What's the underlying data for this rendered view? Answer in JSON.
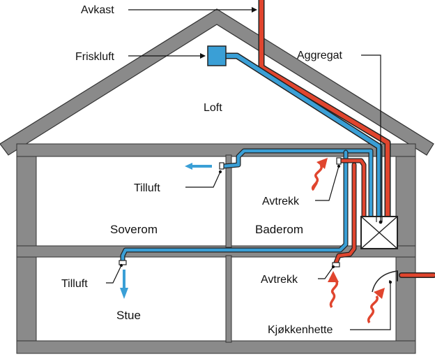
{
  "labels": {
    "avkast": "Avkast",
    "friskluft": "Friskluft",
    "aggregat": "Aggregat",
    "loft": "Loft",
    "tilluft_top": "Tilluft",
    "avtrekk_top": "Avtrekk",
    "soverom": "Soverom",
    "baderom": "Baderom",
    "tilluft_bottom": "Tilluft",
    "avtrekk_bottom": "Avtrekk",
    "stue": "Stue",
    "kjokkenhette": "Kjøkkenhette"
  },
  "colors": {
    "wall": "#8a8a8a",
    "wall_edge": "#333333",
    "supply_duct": "#3a9fd6",
    "exhaust_duct": "#e0452e",
    "duct_outline": "#222222",
    "leader_line": "#111111",
    "background": "#ffffff"
  },
  "icons": {
    "supply_arrow": "blue-supply-arrow-icon",
    "exhaust_arrow": "red-exhaust-arrow-icon",
    "air_handler": "air-handling-unit-icon",
    "intake_box": "fresh-air-intake-icon"
  }
}
